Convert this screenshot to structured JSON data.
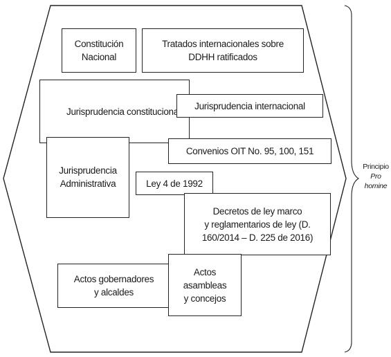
{
  "diagram": {
    "boxes": {
      "constitucion": "Constitución\nNacional",
      "tratados": "Tratados internacionales sobre\nDDHH ratificados",
      "jurisprudencia_constitucional": "Jurisprudencia constitucional",
      "jurisprudencia_internacional": "Jurisprudencia internacional",
      "convenios_oit": "Convenios OIT No. 95, 100, 151",
      "jurisprudencia_administrativa": "Jurisprudencia\nAdministrativa",
      "ley_4": "Ley 4 de 1992",
      "decretos": "Decretos de ley marco\ny reglamentarios de ley (D.\n160/2014 –  D. 225 de 2016)",
      "actos_gobernadores": "Actos gobernadores\ny alcaldes",
      "actos_asambleas": "Actos\nasambleas\ny concejos"
    },
    "side_label": {
      "line1": "Principio",
      "line2": "Pro",
      "line3": "homine"
    }
  }
}
